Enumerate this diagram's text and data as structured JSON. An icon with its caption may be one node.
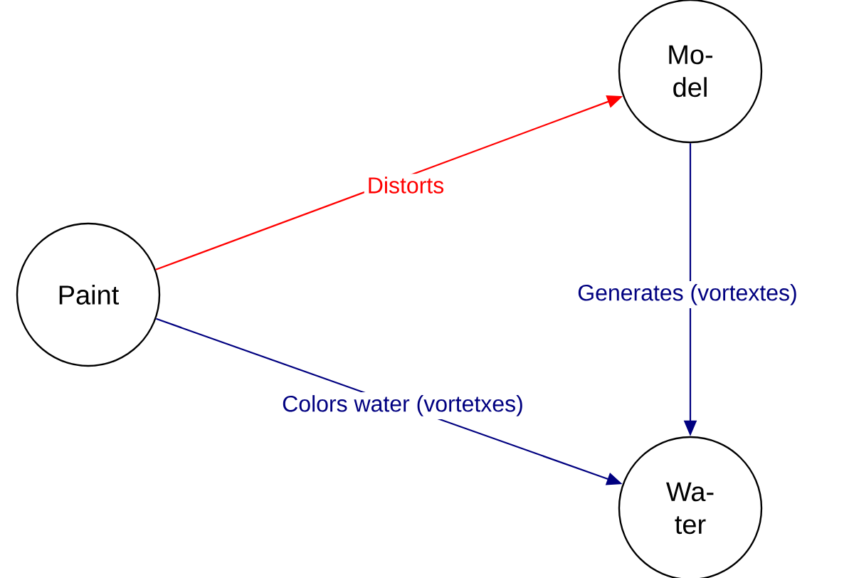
{
  "diagram": {
    "nodes": [
      {
        "text": [
          "Paint"
        ]
      },
      {
        "text": [
          "Mo- del"
        ]
      },
      {
        "text": [
          "Wa- ter"
        ]
      }
    ],
    "edges": [
      {
        "from": 0,
        "to": 1,
        "arrow": "to",
        "label": "Distorts",
        "color": "#ff0000"
      },
      {
        "from": 1,
        "to": 2,
        "arrow": "to",
        "label": "Generates (vortextes)"
      },
      {
        "from": 0,
        "to": 2,
        "arrow": "to",
        "label": "Colors water (vortetxes)"
      }
    ]
  }
}
